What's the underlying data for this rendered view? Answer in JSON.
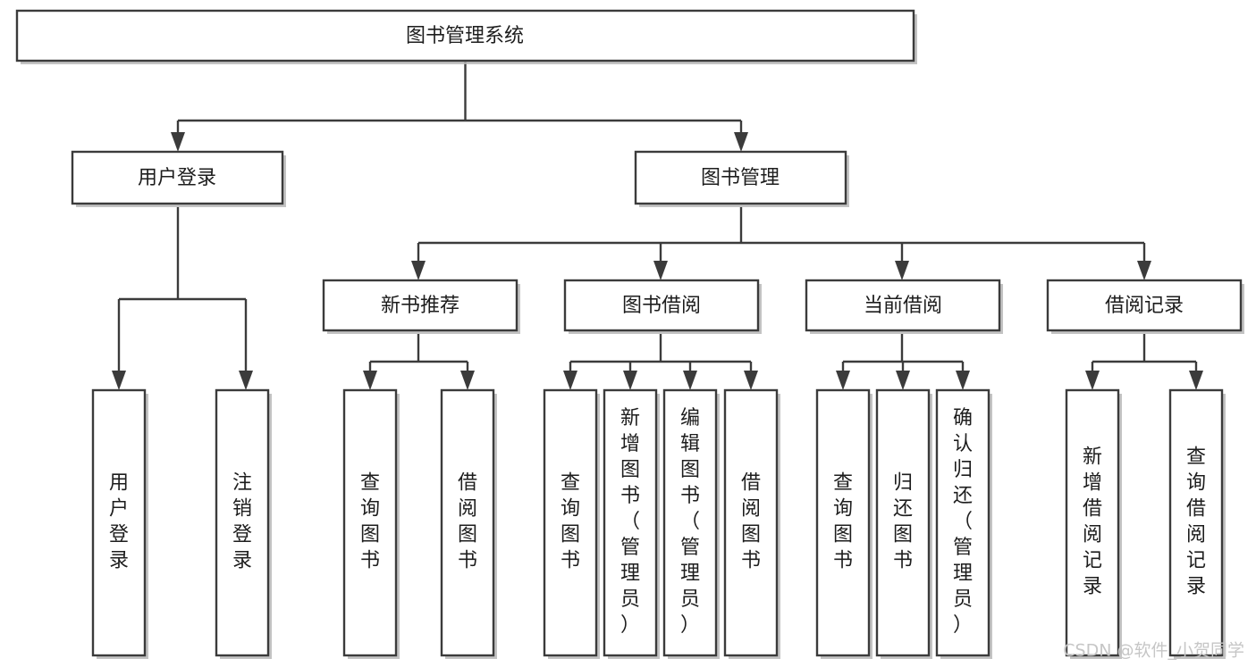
{
  "diagram": {
    "title": "图书管理系统",
    "type": "tree-hierarchy",
    "root": {
      "id": "root",
      "label": "图书管理系统"
    },
    "level2": [
      {
        "id": "user-login",
        "label": "用户登录"
      },
      {
        "id": "book-manage",
        "label": "图书管理"
      }
    ],
    "level3": [
      {
        "id": "new-book-rec",
        "label": "新书推荐",
        "parent": "book-manage"
      },
      {
        "id": "book-borrow",
        "label": "图书借阅",
        "parent": "book-manage"
      },
      {
        "id": "current-borrow",
        "label": "当前借阅",
        "parent": "book-manage"
      },
      {
        "id": "borrow-record",
        "label": "借阅记录",
        "parent": "book-manage"
      }
    ],
    "leaves": [
      {
        "id": "leaf-user-login",
        "label": "用户登录",
        "parent": "user-login"
      },
      {
        "id": "leaf-logout",
        "label": "注销登录",
        "parent": "user-login"
      },
      {
        "id": "leaf-query-book-1",
        "label": "查询图书",
        "parent": "new-book-rec"
      },
      {
        "id": "leaf-borrow-book-1",
        "label": "借阅图书",
        "parent": "new-book-rec"
      },
      {
        "id": "leaf-query-book-2",
        "label": "查询图书",
        "parent": "book-borrow"
      },
      {
        "id": "leaf-add-book",
        "label": "新增图书（管理员）",
        "parent": "book-borrow"
      },
      {
        "id": "leaf-edit-book",
        "label": "编辑图书（管理员）",
        "parent": "book-borrow"
      },
      {
        "id": "leaf-borrow-book-2",
        "label": "借阅图书",
        "parent": "book-borrow"
      },
      {
        "id": "leaf-query-book-3",
        "label": "查询图书",
        "parent": "current-borrow"
      },
      {
        "id": "leaf-return-book",
        "label": "归还图书",
        "parent": "current-borrow"
      },
      {
        "id": "leaf-confirm-return",
        "label": "确认归还（管理员）",
        "parent": "current-borrow"
      },
      {
        "id": "leaf-add-record",
        "label": "新增借阅记录",
        "parent": "borrow-record"
      },
      {
        "id": "leaf-query-record",
        "label": "查询借阅记录",
        "parent": "borrow-record"
      }
    ],
    "watermark": "CSDN @软件_小贺同学",
    "colors": {
      "stroke": "#3b3b3b",
      "fill": "#ffffff",
      "text": "#1d1d1d",
      "shadow": "#b9b9b9",
      "watermark": "#c6c6c6",
      "background": "#ffffff"
    }
  }
}
